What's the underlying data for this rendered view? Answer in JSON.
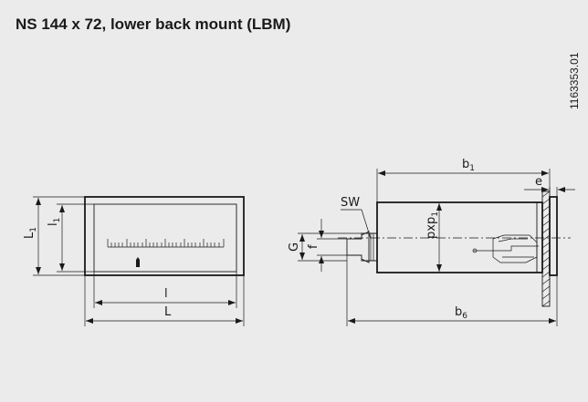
{
  "title": "NS 144 x 72, lower back mount (LBM)",
  "doc_number": "1163353.01",
  "front_view": {
    "dim_L1": {
      "main": "L",
      "sub": "1"
    },
    "dim_l1": {
      "main": "l",
      "sub": "1"
    },
    "dim_l": "l",
    "dim_L": "L"
  },
  "side_view": {
    "dim_b1": {
      "main": "b",
      "sub": "1"
    },
    "dim_e": "e",
    "dim_SW": "SW",
    "dim_G": "G",
    "dim_f": "f",
    "dim_pxp1": {
      "main": "pxp",
      "sub": "1"
    },
    "dim_b6": {
      "main": "b",
      "sub": "6"
    }
  }
}
